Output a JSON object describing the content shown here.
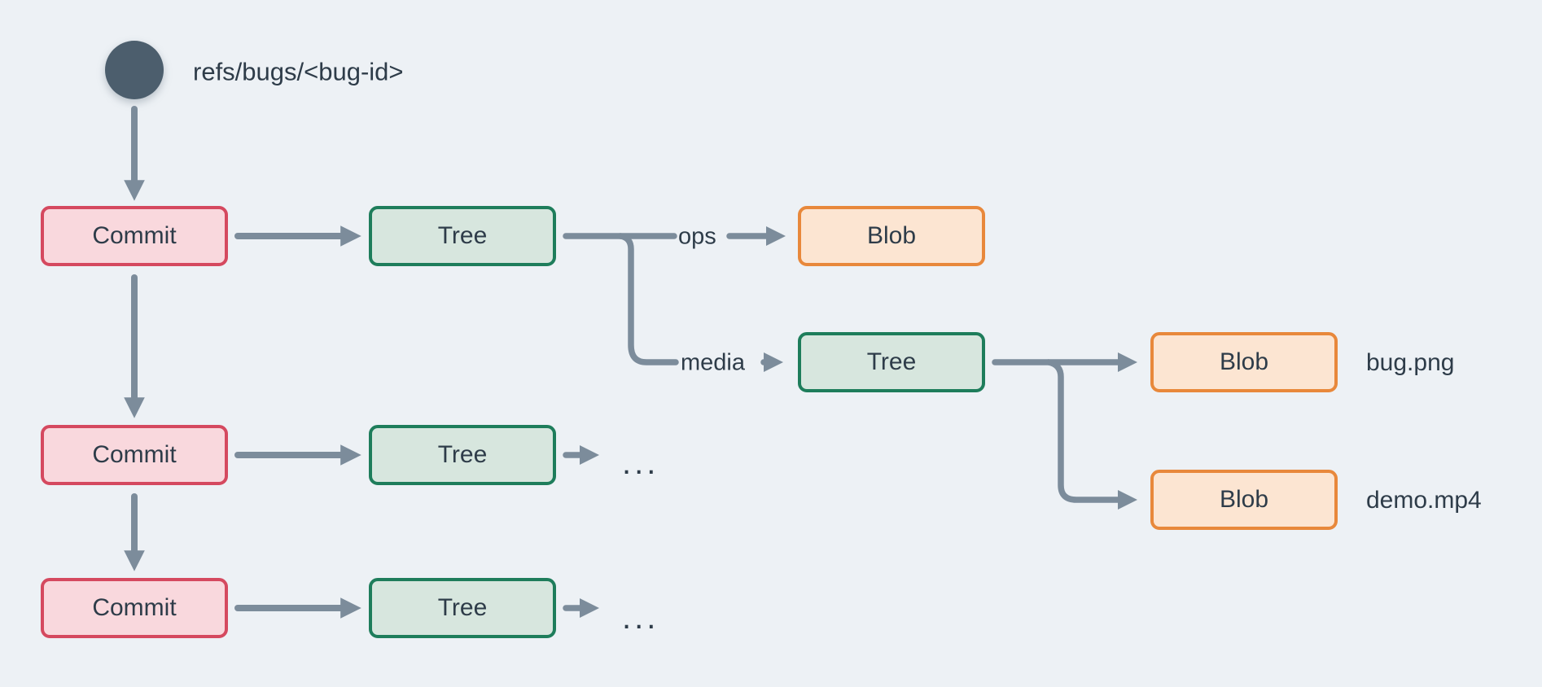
{
  "colors": {
    "bg": "#edf1f5",
    "arrow": "#7c8c9b",
    "circle": "#4c5e6d",
    "text": "#2e3c49",
    "commit-fill": "#f9d8dd",
    "commit-border": "#d5495f",
    "tree-fill": "#d7e6de",
    "tree-border": "#1e7d5b",
    "blob-fill": "#fce5d2",
    "blob-border": "#e8883b"
  },
  "ref": {
    "label": "refs/bugs/<bug-id>"
  },
  "nodes": {
    "commit1": {
      "label": "Commit"
    },
    "commit2": {
      "label": "Commit"
    },
    "commit3": {
      "label": "Commit"
    },
    "tree1": {
      "label": "Tree"
    },
    "tree_row2": {
      "label": "Tree"
    },
    "tree_row3": {
      "label": "Tree"
    },
    "tree_media": {
      "label": "Tree"
    },
    "blob_ops": {
      "label": "Blob"
    },
    "blob_bug": {
      "label": "Blob"
    },
    "blob_demo": {
      "label": "Blob"
    }
  },
  "edge_labels": {
    "ops": "ops",
    "media": "media"
  },
  "file_labels": {
    "bug": "bug.png",
    "demo": "demo.mp4"
  },
  "ellipsis_row2": "...",
  "ellipsis_row3": "..."
}
